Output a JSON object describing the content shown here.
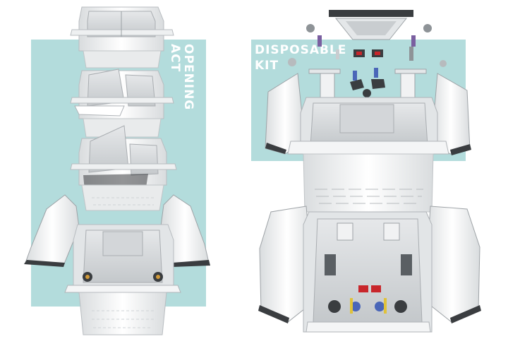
{
  "panels": {
    "opening": {
      "label_lines": [
        "OPENING",
        "ACT"
      ]
    },
    "kit": {
      "label_lines": [
        "DISPOSABLE",
        "KIT"
      ]
    }
  },
  "colors": {
    "panel_teal": "#b3dcdc",
    "body_white": "#f2f3f4",
    "shadow_grey": "#c9cdd0",
    "dark_grey": "#3a3d40",
    "accent_red": "#c8262b",
    "accent_blue": "#4a66b8"
  }
}
